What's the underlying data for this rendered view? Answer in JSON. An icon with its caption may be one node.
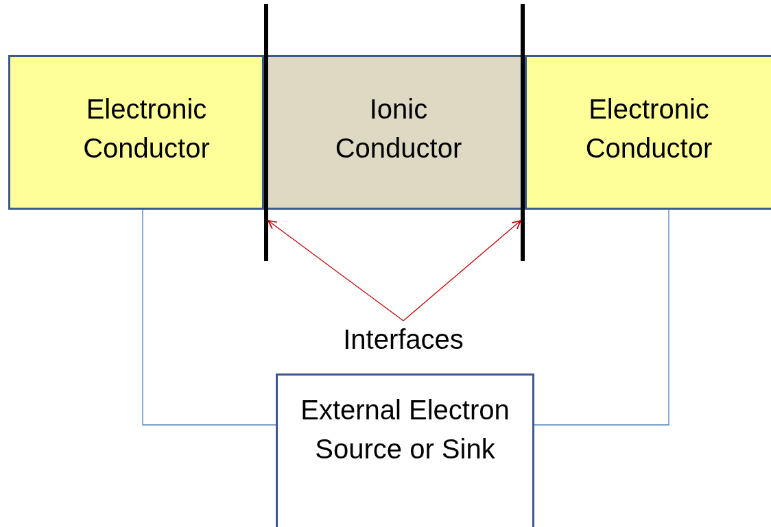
{
  "diagram": {
    "nodes": [
      {
        "text": [
          "Electronic Conductor"
        ]
      },
      {
        "text": [
          "Ionic Conductor"
        ]
      },
      {
        "text": [
          "Electronic Conductor"
        ]
      },
      {
        "text": [
          "Interfaces"
        ]
      },
      {
        "text": [],
        "shape": "bar"
      },
      {
        "text": [],
        "shape": "bar"
      },
      {
        "text": [
          "External Electron Source or Sink"
        ]
      }
    ],
    "edges": [
      {
        "from": 3,
        "to": 4,
        "arrow": "to",
        "color": "#c00000"
      },
      {
        "from": 3,
        "to": 5,
        "arrow": "to",
        "color": "#c00000"
      },
      {
        "from": 0,
        "to": 6,
        "arrow": "none",
        "color": "#4f81bd"
      },
      {
        "from": 2,
        "to": 6,
        "arrow": "none",
        "color": "#4f81bd"
      }
    ]
  }
}
